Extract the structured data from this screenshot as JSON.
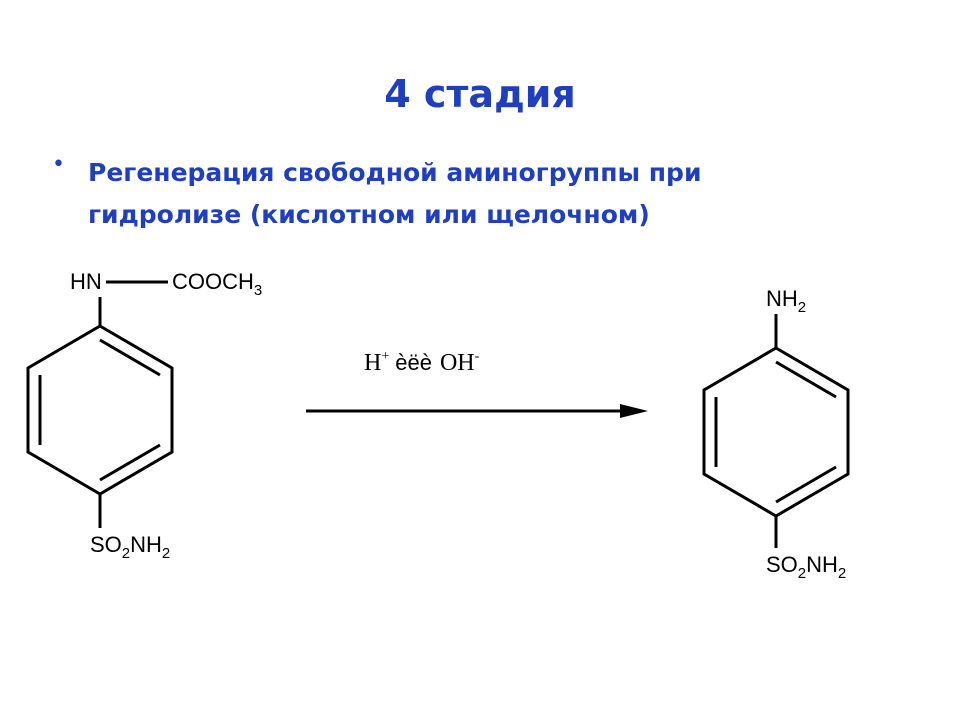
{
  "slide": {
    "title": "4 стадия",
    "bullet_text": "Регенерация свободной аминогруппы при гидролизе (кислотном или щелочном)"
  },
  "reactant": {
    "n_label": "HN",
    "carbamate_label": "COOCH",
    "carbamate_sub": "3",
    "sulfonamide_so": "SO",
    "sulfonamide_so_sub": "2",
    "sulfonamide_nh": "NH",
    "sulfonamide_nh_sub": "2"
  },
  "conditions": {
    "acid": "H",
    "acid_charge": "+",
    "connector": "èëè",
    "base": "OH",
    "base_charge": "-"
  },
  "product": {
    "amine_label": "NH",
    "amine_sub": "2",
    "sulfonamide_so": "SO",
    "sulfonamide_so_sub": "2",
    "sulfonamide_nh": "NH",
    "sulfonamide_nh_sub": "2"
  },
  "colors": {
    "title": "#1f3fbf",
    "bonds": "#000000"
  }
}
